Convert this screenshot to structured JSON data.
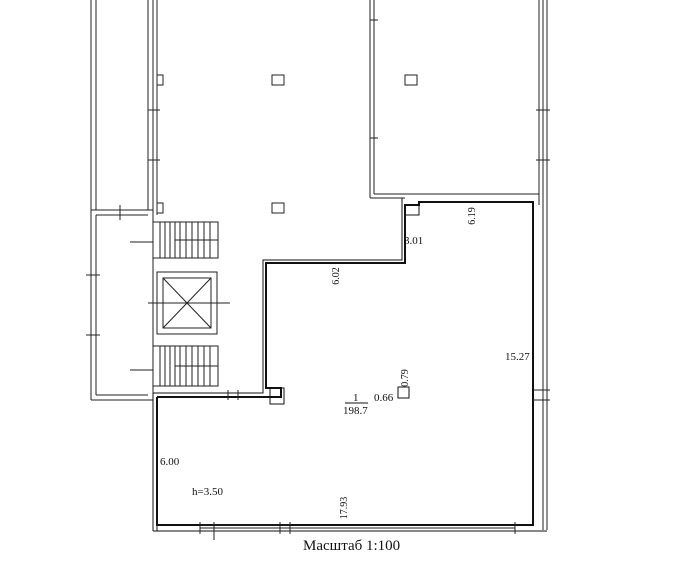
{
  "plan": {
    "room_number": "1",
    "room_area": "198.7",
    "height_label": "h=3.50",
    "dimensions": {
      "top_right_segment": "6.19",
      "step_segment": "3.01",
      "mid_wall": "6.02",
      "right_wall": "15.27",
      "left_wall": "6.00",
      "bottom_wall": "17.93",
      "column_height": "0.79",
      "column_width": "0.66"
    },
    "scale_caption": "Масштаб 1:100"
  }
}
